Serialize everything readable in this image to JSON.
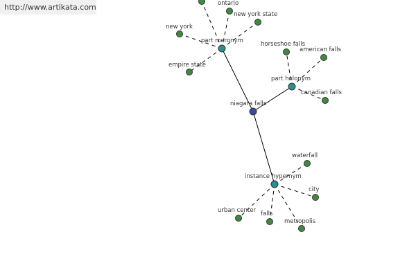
{
  "site": {
    "url_text": "http://www.artikata.com"
  },
  "colors": {
    "center_node": "#3a4a99",
    "relation_node": "#2a8f8f",
    "leaf_node": "#3f8a3f"
  },
  "graph": {
    "center": "niagara falls",
    "relations": [
      {
        "label": "part meronym",
        "terms": [
          "ontario",
          "new york state",
          "new york",
          "empire state"
        ]
      },
      {
        "label": "part holonym",
        "terms": [
          "horseshoe falls",
          "american falls",
          "canadian falls"
        ]
      },
      {
        "label": "instance hypernym",
        "terms": [
          "waterfall",
          "city",
          "metropolis",
          "falls",
          "urban center"
        ]
      }
    ]
  }
}
